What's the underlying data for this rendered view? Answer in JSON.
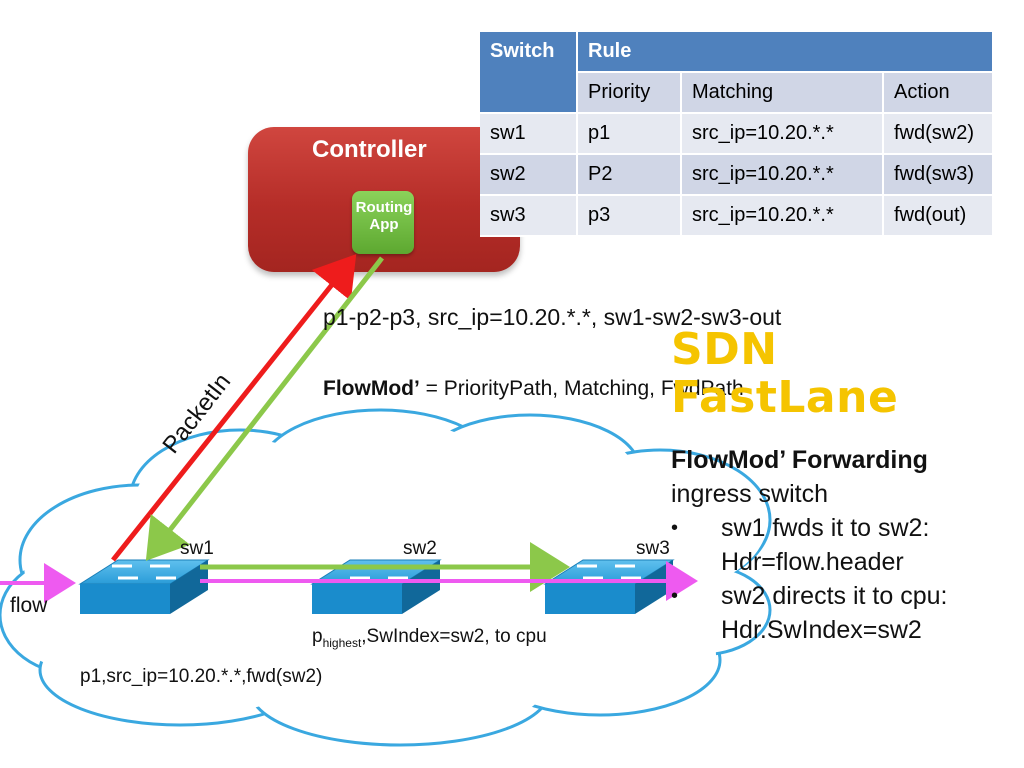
{
  "controller": {
    "title": "Controller",
    "app_label_line1": "Routing",
    "app_label_line2": "App"
  },
  "rule_table": {
    "header_switch": "Switch",
    "header_rule": "Rule",
    "sub_headers": [
      "Priority",
      "Matching",
      "Action"
    ],
    "rows": [
      {
        "switch": "sw1",
        "priority": "p1",
        "matching": "src_ip=10.20.*.*",
        "action": "fwd(sw2)"
      },
      {
        "switch": "sw2",
        "priority": "P2",
        "matching": "src_ip=10.20.*.*",
        "action": "fwd(sw3)"
      },
      {
        "switch": "sw3",
        "priority": "p3",
        "matching": "src_ip=10.20.*.*",
        "action": "fwd(out)"
      }
    ]
  },
  "path_text": "p1-p2-p3, src_ip=10.20.*.*, sw1-sw2-sw3-out",
  "flowmod_line": {
    "label": "FlowMod’",
    "text": " = PriorityPath, Matching, FwdPath"
  },
  "packetin_label": "PacketIn",
  "sdn_title": {
    "line1": "SDN",
    "line2": "FastLane"
  },
  "side_panel": {
    "heading": "FlowMod’ Forwarding",
    "intro": "ingress switch",
    "bullets": [
      {
        "line1": "sw1 fwds it to sw2:",
        "line2": "Hdr=flow.header"
      },
      {
        "line1": "sw2 directs it to cpu:",
        "line2": "Hdr.SwIndex=sw2"
      }
    ],
    "bullet_glyph": "•"
  },
  "switches": [
    "sw1",
    "sw2",
    "sw3"
  ],
  "flow_label": "flow",
  "phighest": {
    "p": "p",
    "sub": "highest",
    "rest": ",SwIndex=sw2, to cpu"
  },
  "p1_rule": "p1,src_ip=10.20.*.*,fwd(sw2)",
  "colors": {
    "cloud_stroke": "#3aa8e0",
    "switch_fill": "#1a8ccc",
    "red_arrow": "#ee1c1c",
    "green_arrow": "#8cc84a",
    "magenta_arrow": "#ee5af0",
    "controller": "#c0352f",
    "sdn_title": "#f5c400",
    "table_header": "#4f81bd"
  }
}
